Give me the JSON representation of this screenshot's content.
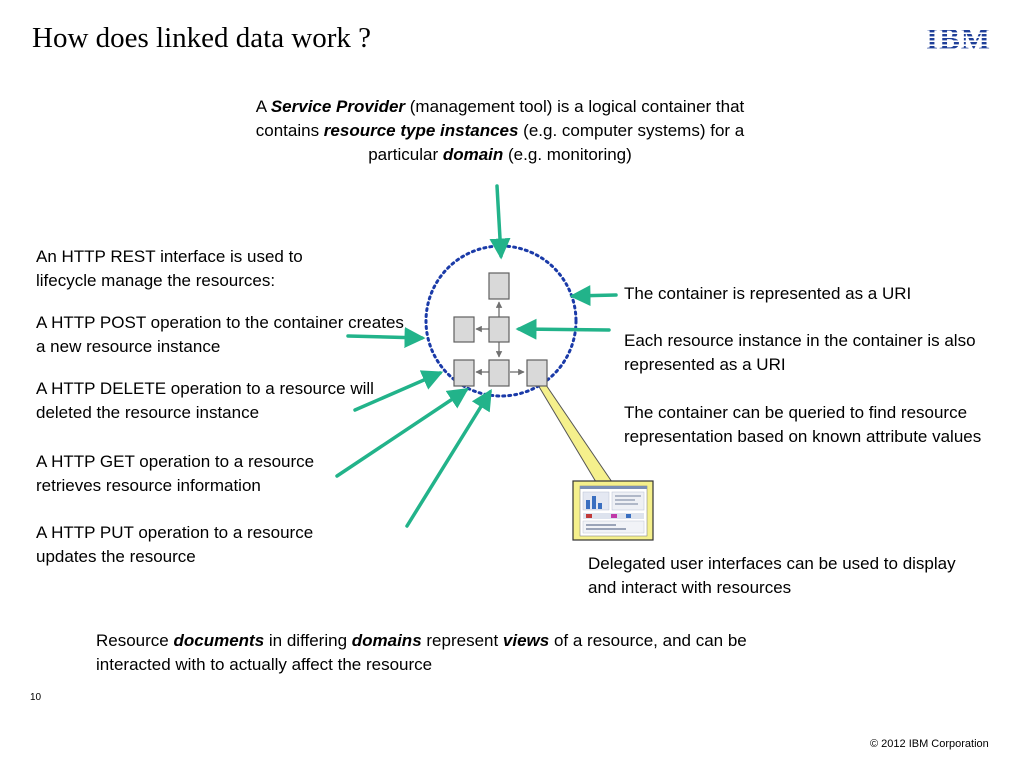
{
  "title": "How does linked data work ?",
  "logo": {
    "text": "IBM",
    "color": "#1f3f99"
  },
  "service_provider": {
    "part1": "A ",
    "em1": "Service Provider",
    "part2": " (management tool) is a logical container that contains ",
    "em2": "resource type instances",
    "part3": " (e.g. computer systems) for a particular ",
    "em3": "domain",
    "part4": " (e.g. monitoring)"
  },
  "left_notes": {
    "intro": "An HTTP REST interface is used to lifecycle manage the resources:",
    "post": "A HTTP POST operation to the container creates a new resource instance",
    "delete": "A HTTP DELETE operation to a resource will deleted the resource instance",
    "get": "A HTTP GET operation to a resource retrieves resource information",
    "put": "A HTTP PUT operation to a resource updates the resource"
  },
  "right_notes": {
    "container_uri": "The container is represented as a URI",
    "instance_uri": "Each resource instance in the container is also represented as a URI",
    "query": "The container can be queried to find resource representation based on known attribute values",
    "delegated": "Delegated user interfaces can be used to display and interact with resources"
  },
  "bottom_note": {
    "part1": "Resource ",
    "em1": "documents",
    "part2": " in differing ",
    "em2": "domains",
    "part3": " represent ",
    "em3": "views",
    "part4": " of a resource, and can be interacted with to actually affect the resource"
  },
  "page_number": "10",
  "copyright": "© 2012 IBM Corporation",
  "colors": {
    "arrow": "#22b38a",
    "circle": "#1a3aa8",
    "callout": "#f5f08c",
    "node_fill": "#d9d9d9"
  }
}
